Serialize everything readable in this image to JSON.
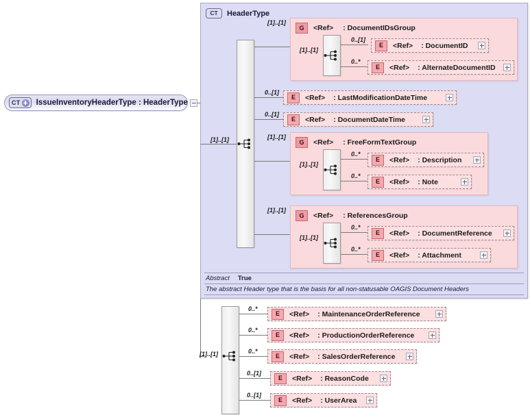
{
  "diagram": {
    "kind": "xsd-schema-diagram",
    "root": {
      "badge": "CT",
      "expand_icon": "plus-circle-icon",
      "label": "IssueInventoryHeaderType : HeaderType",
      "collapse_icon": "minus-box-icon"
    },
    "complex_type": {
      "badge": "CT",
      "title": "HeaderType",
      "sequence_cardinality": "[1]..[1]",
      "annotation": {
        "key": "Abstract",
        "value": "True",
        "description": "The abstract Header type that is the basis for all non-statusable OAGIS Document Headers"
      },
      "children": [
        {
          "node_kind": "group",
          "badge": "G",
          "ref": "<Ref>",
          "type": ": DocumentIDsGroup",
          "cardinality": "[1]..[1]",
          "inner_sequence_cardinality": "[1]..[1]",
          "members": [
            {
              "node_kind": "element",
              "badge": "E",
              "ref": "<Ref>",
              "type": ": DocumentID",
              "cardinality": "0..[1]",
              "expander": "plus-box-icon"
            },
            {
              "node_kind": "element",
              "badge": "E",
              "ref": "<Ref>",
              "type": ": AlternateDocumentID",
              "cardinality": "0..*",
              "expander": "plus-box-icon"
            }
          ]
        },
        {
          "node_kind": "element",
          "badge": "E",
          "ref": "<Ref>",
          "type": ": LastModificationDateTime",
          "cardinality": "0..[1]",
          "expander": "plus-box-icon"
        },
        {
          "node_kind": "element",
          "badge": "E",
          "ref": "<Ref>",
          "type": ": DocumentDateTime",
          "cardinality": "0..[1]",
          "expander": "plus-box-icon"
        },
        {
          "node_kind": "group",
          "badge": "G",
          "ref": "<Ref>",
          "type": ": FreeFormTextGroup",
          "cardinality": "[1]..[1]",
          "inner_sequence_cardinality": "[1]..[1]",
          "members": [
            {
              "node_kind": "element",
              "badge": "E",
              "ref": "<Ref>",
              "type": ": Description",
              "cardinality": "0..*",
              "expander": "plus-box-icon"
            },
            {
              "node_kind": "element",
              "badge": "E",
              "ref": "<Ref>",
              "type": ": Note",
              "cardinality": "0..*",
              "expander": "plus-box-icon"
            }
          ]
        },
        {
          "node_kind": "group",
          "badge": "G",
          "ref": "<Ref>",
          "type": ": ReferencesGroup",
          "cardinality": "[1]..[1]",
          "inner_sequence_cardinality": "[1]..[1]",
          "members": [
            {
              "node_kind": "element",
              "badge": "E",
              "ref": "<Ref>",
              "type": ": DocumentReference",
              "cardinality": "0..*",
              "expander": "plus-box-icon"
            },
            {
              "node_kind": "element",
              "badge": "E",
              "ref": "<Ref>",
              "type": ": Attachment",
              "cardinality": "0..*",
              "expander": "plus-box-icon"
            }
          ]
        }
      ]
    },
    "extension": {
      "sequence_cardinality": "[1]..[1]",
      "children": [
        {
          "node_kind": "element",
          "badge": "E",
          "ref": "<Ref>",
          "type": ": MaintenanceOrderReference",
          "cardinality": "0..*",
          "expander": "plus-box-icon"
        },
        {
          "node_kind": "element",
          "badge": "E",
          "ref": "<Ref>",
          "type": ": ProductionOrderReference",
          "cardinality": "0..*",
          "expander": "plus-box-icon"
        },
        {
          "node_kind": "element",
          "badge": "E",
          "ref": "<Ref>",
          "type": ": SalesOrderReference",
          "cardinality": "0..*",
          "expander": "plus-box-icon"
        },
        {
          "node_kind": "element",
          "badge": "E",
          "ref": "<Ref>",
          "type": ": ReasonCode",
          "cardinality": "0..[1]",
          "expander": "plus-box-icon"
        },
        {
          "node_kind": "element",
          "badge": "E",
          "ref": "<Ref>",
          "type": ": UserArea",
          "cardinality": "0..[1]",
          "expander": "plus-box-icon"
        }
      ]
    },
    "colors": {
      "complex_type_fill": "#dcdcf4",
      "group_fill": "#fadadd",
      "element_fill": "#fbdfe1",
      "badge_e_fill": "#f6a8ae",
      "badge_g_fill": "#f09aa2",
      "line": "#7a7a7a"
    }
  }
}
